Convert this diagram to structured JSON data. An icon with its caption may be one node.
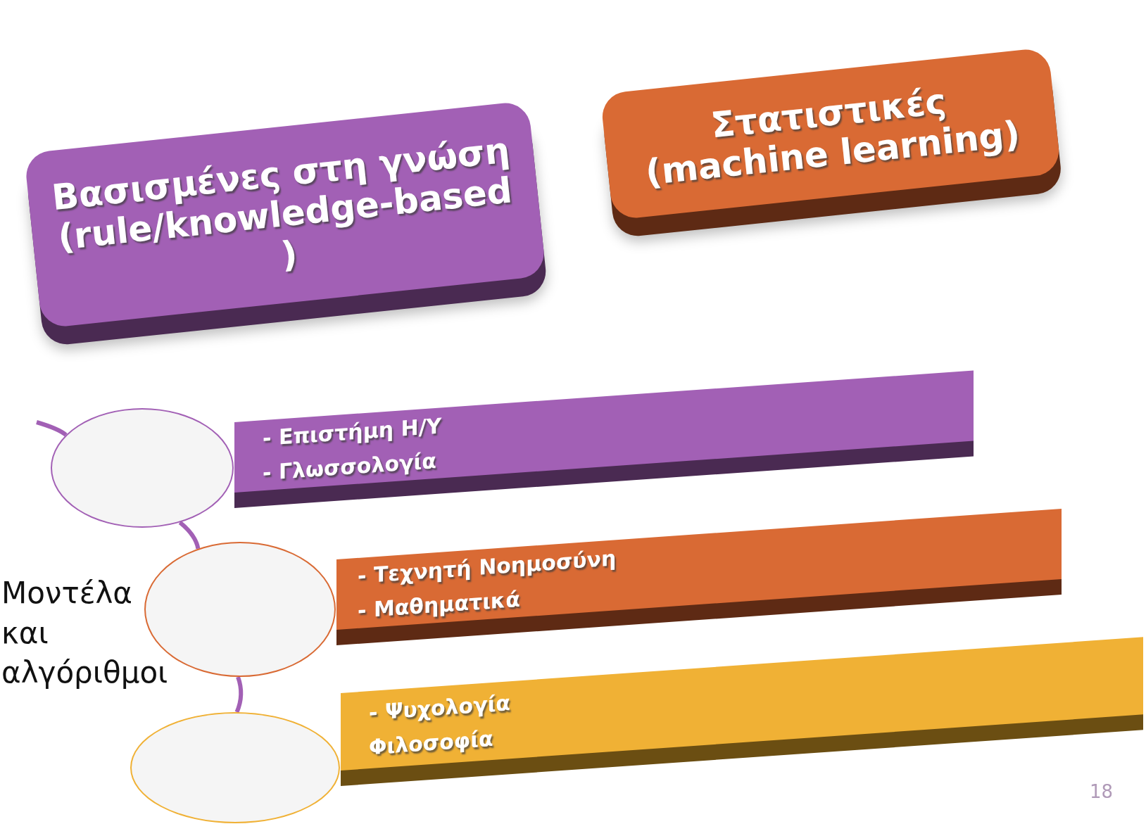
{
  "diagram": {
    "nodes": [
      {
        "text": [
          "Βασισμένες στη γνώση (rule/knowledge-based )"
        ]
      },
      {
        "text": [
          "Στατιστικές (machine learning)"
        ]
      },
      {
        "text": [
          "- Επιστήμη Η/Υ",
          "- Γλωσσολογία"
        ]
      },
      {
        "text": [
          "- Τεχνητή Νοημοσύνη",
          "- Μαθηματικά"
        ]
      },
      {
        "text": [
          "- Ψυχολογία",
          "Φιλοσοφία"
        ]
      },
      {
        "text": [],
        "shape": "circle"
      },
      {
        "text": [],
        "shape": "circle"
      },
      {
        "text": [],
        "shape": "circle"
      }
    ],
    "edges": [
      {
        "from": null,
        "to": 5,
        "arrow": "none"
      },
      {
        "from": 5,
        "to": 6,
        "arrow": "none"
      },
      {
        "from": 6,
        "to": 7,
        "arrow": "none"
      }
    ],
    "labels": [
      "Μοντέλα και αλγόριθμοι",
      "18"
    ]
  }
}
